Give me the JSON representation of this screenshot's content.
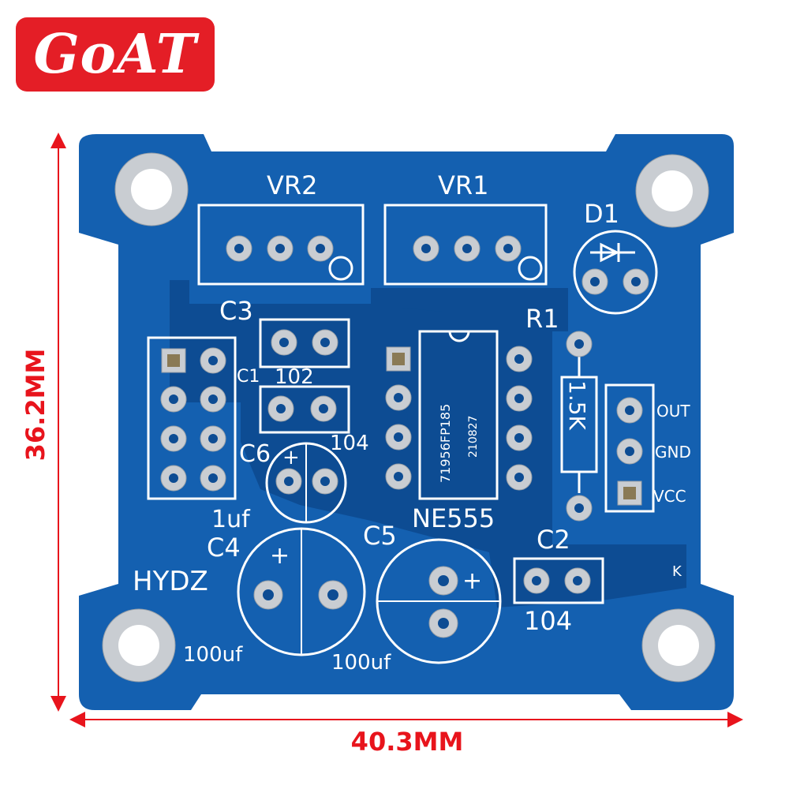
{
  "brand": {
    "logo_text": "GoAT"
  },
  "dimensions": {
    "height_label": "36.2MM",
    "width_label": "40.3MM"
  },
  "silkscreen": {
    "vr2": "VR2",
    "vr1": "VR1",
    "d1": "D1",
    "c3": "C3",
    "r1": "R1",
    "c1_value": "102",
    "c1_prefix": "C1",
    "c6": "C6",
    "c6_value": "104",
    "c4": "C4",
    "c4_cap": "1uf",
    "hydz": "HYDZ",
    "c5": "C5",
    "ne555": "NE555",
    "c2": "C2",
    "c2_value": "104",
    "cap_100uf_left": "100uf",
    "cap_100uf_right": "100uf",
    "resistor_value": "1.5K",
    "out": "OUT",
    "gnd": "GND",
    "vcc": "VCC",
    "k": "K",
    "chip_line1": "71956FP185",
    "chip_line2": "210827",
    "plus1": "+",
    "plus2": "+",
    "plus3": "+"
  },
  "colors": {
    "logo_bg": "#e41e26",
    "dimension": "#e8141c",
    "board": "#1460b0",
    "board_dark": "#0d4c93",
    "silk": "#ffffff",
    "pad": "#c9cdd2"
  }
}
